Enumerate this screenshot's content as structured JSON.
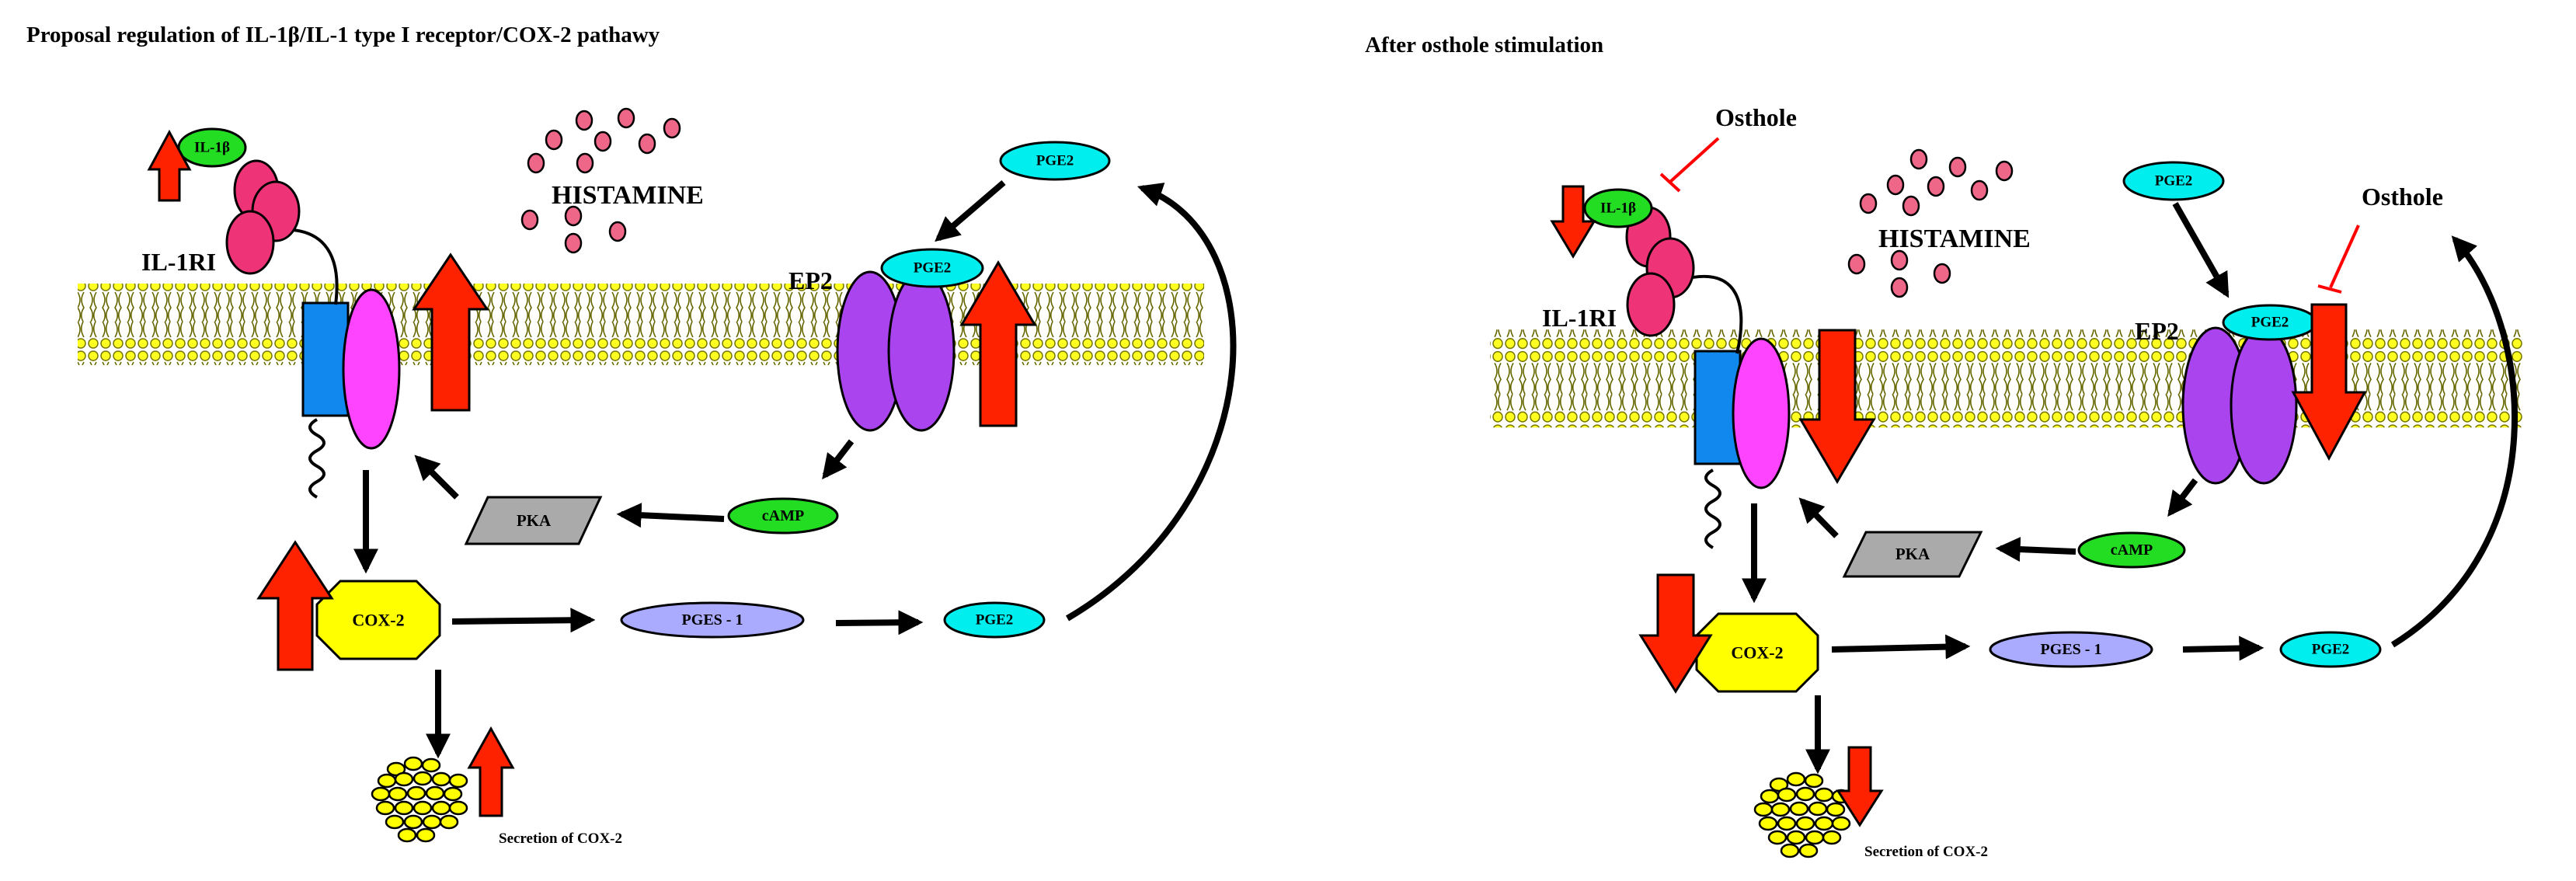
{
  "left_panel": {
    "title": "Proposal regulation of IL-1β/IL-1 type I receptor/COX-2 pathawy",
    "il1b": "IL-1β",
    "il1ri": "IL-1RI",
    "histamine": "HISTAMINE",
    "ep2": "EP2",
    "pge2_top": "PGE2",
    "pge2_receptor": "PGE2",
    "pge2_bottom": "PGE2",
    "camp": "cAMP",
    "pka": "PKA",
    "cox2": "COX-2",
    "pges1": "PGES - 1",
    "secretion": "Secretion of COX-2"
  },
  "right_panel": {
    "title": "After osthole stimulation",
    "osthole_1": "Osthole",
    "osthole_2": "Osthole",
    "il1b": "IL-1β",
    "il1ri": "IL-1RI",
    "histamine": "HISTAMINE",
    "ep2": "EP2",
    "pge2_top": "PGE2",
    "pge2_receptor": "PGE2",
    "pge2_bottom": "PGE2",
    "camp": "cAMP",
    "pka": "PKA",
    "cox2": "COX-2",
    "pges1": "PGES - 1",
    "secretion": "Secretion of COX-2"
  },
  "colors": {
    "membrane": "#ffff22",
    "il1b": "#22dd22",
    "pge2": "#00eeee",
    "camp": "#22dd22",
    "pka": "#aaaaaa",
    "cox2": "#ffff00",
    "pges1": "#aaaaff",
    "receptor_blue": "#1188ee",
    "receptor_magenta": "#ff44ff",
    "ep2": "#aa44ee",
    "histamine": "#ee6688",
    "il1r_pink": "#ee3377",
    "arrow_red": "#ff2200",
    "inhibition_red": "#ff0000"
  }
}
